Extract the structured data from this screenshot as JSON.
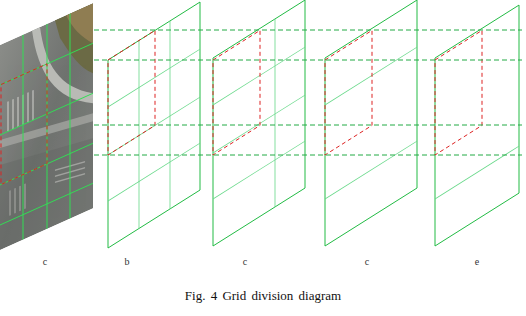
{
  "diagram": {
    "caption": "Fig. 4 Grid division diagram",
    "labels": [
      "c",
      "b",
      "c",
      "c",
      "e"
    ]
  }
}
